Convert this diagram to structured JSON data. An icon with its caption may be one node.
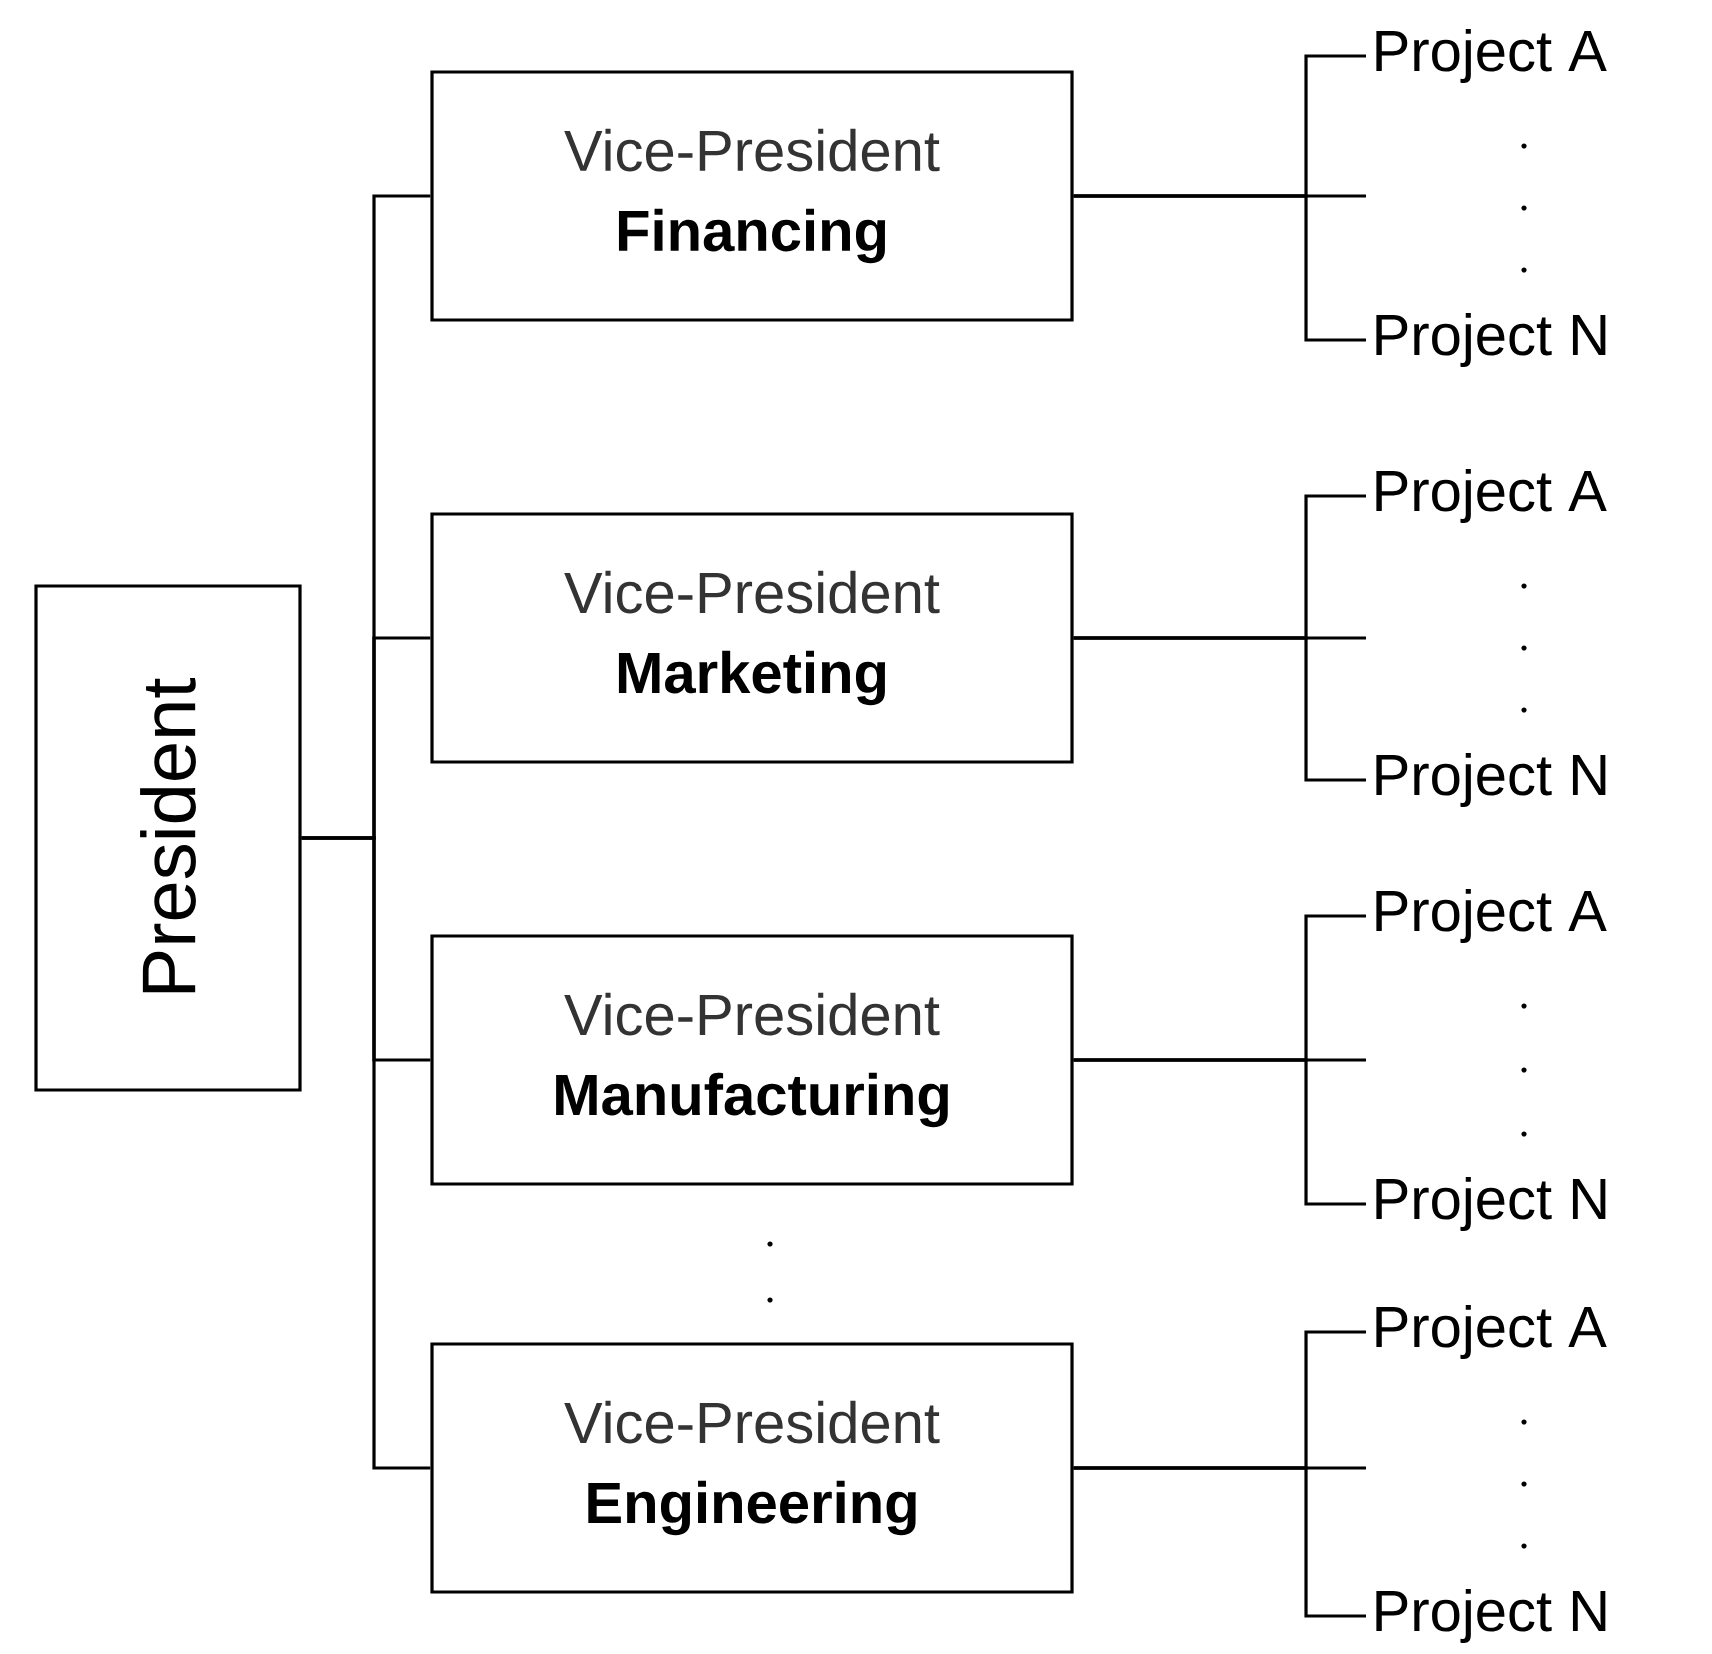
{
  "diagram": {
    "nodes": [
      {
        "text": [
          "President"
        ]
      },
      {
        "text": [
          "Vice-President",
          "Financing"
        ]
      },
      {
        "text": [
          "Project A"
        ]
      },
      {
        "text": [
          "Project N"
        ]
      },
      {
        "text": [
          "Vice-President",
          "Marketing"
        ]
      },
      {
        "text": [
          "Project A"
        ]
      },
      {
        "text": [
          "Project N"
        ]
      },
      {
        "text": [
          "Vice-President",
          "Manufacturing"
        ]
      },
      {
        "text": [
          "Project A"
        ]
      },
      {
        "text": [
          "Project N"
        ]
      },
      {
        "text": [
          "Vice-President",
          "Engineering"
        ]
      },
      {
        "text": [
          "Project A"
        ]
      },
      {
        "text": [
          "Project N"
        ]
      }
    ],
    "edges": [
      {
        "from": 0,
        "to": 1,
        "arrow": "none"
      },
      {
        "from": 0,
        "to": 4,
        "arrow": "none"
      },
      {
        "from": 0,
        "to": 7,
        "arrow": "none"
      },
      {
        "from": 0,
        "to": 10,
        "arrow": "none"
      },
      {
        "from": 1,
        "to": 2,
        "arrow": "none"
      },
      {
        "from": 1,
        "to": null,
        "arrow": "none"
      },
      {
        "from": 1,
        "to": 3,
        "arrow": "none"
      },
      {
        "from": 4,
        "to": 5,
        "arrow": "none"
      },
      {
        "from": 4,
        "to": null,
        "arrow": "none"
      },
      {
        "from": 4,
        "to": 6,
        "arrow": "none"
      },
      {
        "from": 7,
        "to": 8,
        "arrow": "none"
      },
      {
        "from": 7,
        "to": null,
        "arrow": "none"
      },
      {
        "from": 7,
        "to": 9,
        "arrow": "none"
      },
      {
        "from": 10,
        "to": 11,
        "arrow": "none"
      },
      {
        "from": 10,
        "to": null,
        "arrow": "none"
      },
      {
        "from": 10,
        "to": 12,
        "arrow": "none"
      }
    ]
  }
}
